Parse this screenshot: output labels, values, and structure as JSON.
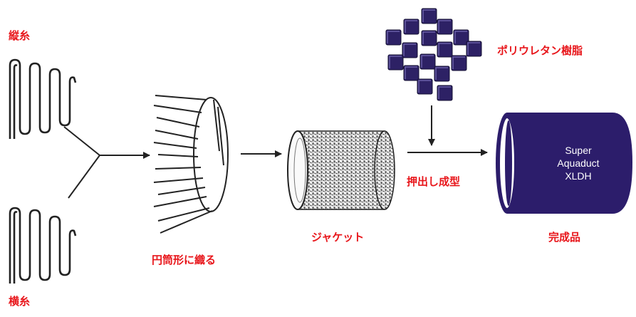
{
  "labels": {
    "warp": "縦糸",
    "weft": "横糸",
    "weave": "円筒形に織る",
    "jacket": "ジャケット",
    "polyurethane": "ポリウレタン樹脂",
    "extrusion": "押出し成型",
    "finished": "完成品"
  },
  "product": {
    "line1": "Super",
    "line2": "Aquaduct",
    "line3": "XLDH"
  },
  "colors": {
    "label_red": "#e8161b",
    "product_fill": "#2c1d6b",
    "cube_fill": "#2d2165"
  }
}
